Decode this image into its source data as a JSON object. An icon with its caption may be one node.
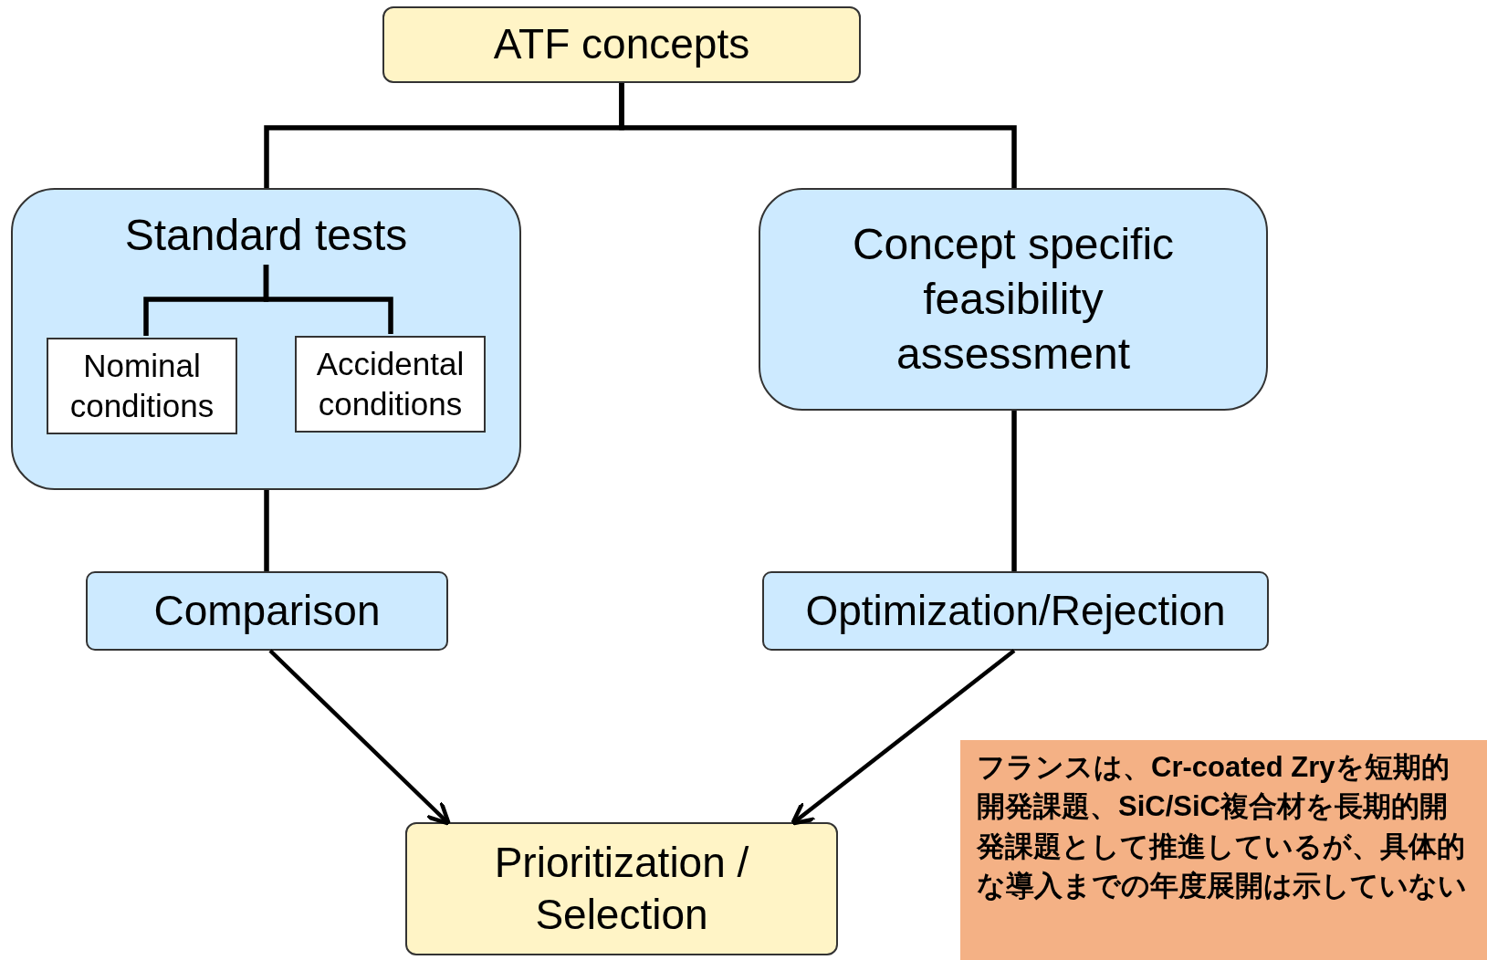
{
  "diagram": {
    "nodes": [
      {
        "text": [
          "ATF concepts"
        ]
      },
      {
        "text": [
          "Standard tests"
        ]
      },
      {
        "text": [
          "Nominal conditions"
        ],
        "in": 1
      },
      {
        "text": [
          "Accidental conditions"
        ],
        "in": 1
      },
      {
        "text": [
          "Concept specific feasibility assessment"
        ]
      },
      {
        "text": [
          "Comparison"
        ]
      },
      {
        "text": [
          "Optimization/Rejection"
        ]
      },
      {
        "text": [
          "Prioritization / Selection"
        ]
      },
      {
        "text": [
          "フランスは、Cr-coated Zryを短期的開発課題、SiC/SiC複合材を長期的開発課題として推進しているが、具体的な導入までの年度展開は示していない"
        ]
      }
    ],
    "edges": [
      {
        "from": 0,
        "to": 1,
        "arrow": "none"
      },
      {
        "from": 0,
        "to": 4,
        "arrow": "none"
      },
      {
        "from": 1,
        "to": 2,
        "arrow": "none"
      },
      {
        "from": 1,
        "to": 3,
        "arrow": "none"
      },
      {
        "from": 1,
        "to": 5,
        "arrow": "none"
      },
      {
        "from": 4,
        "to": 6,
        "arrow": "none"
      },
      {
        "from": 5,
        "to": 7,
        "arrow": "to"
      },
      {
        "from": 6,
        "to": 7,
        "arrow": "to"
      }
    ]
  }
}
